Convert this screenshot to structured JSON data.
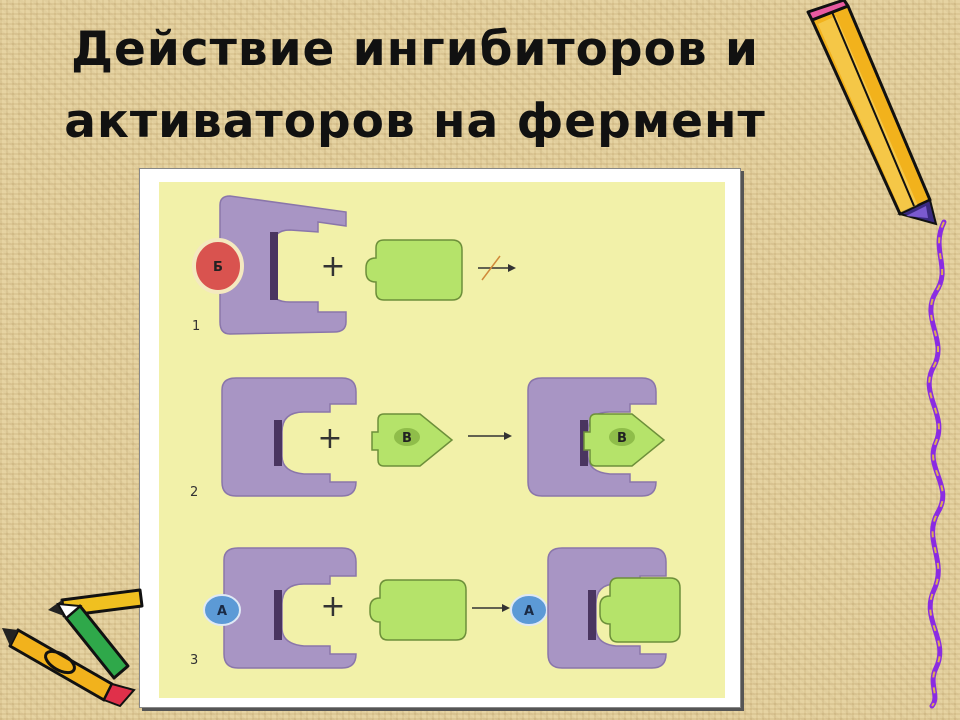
{
  "slide": {
    "title_line1": "Действие ингибиторов и",
    "title_line2": "активаторов на фермент"
  },
  "diagram": {
    "rows": [
      {
        "number": "1",
        "marker": "Б",
        "plus": "+",
        "molecule_label": "",
        "result": "blocked"
      },
      {
        "number": "2",
        "marker": "",
        "plus": "+",
        "molecule_label": "В",
        "result": "bound"
      },
      {
        "number": "3",
        "marker": "А",
        "plus": "+",
        "molecule_label": "",
        "result": "bound",
        "product_marker": "А"
      }
    ],
    "colors": {
      "enzyme": "#a895c4",
      "enzyme_pocket": "#4a3560",
      "substrate": "#b5e36a",
      "substrate_stroke": "#6d8f3a",
      "inhibitor": "#d9534f",
      "activator": "#5c9ad6",
      "panel": "#f2f1a9"
    }
  },
  "decorations": {
    "icons": [
      "pencil-icon",
      "crayons-icon",
      "squiggle-line"
    ]
  }
}
